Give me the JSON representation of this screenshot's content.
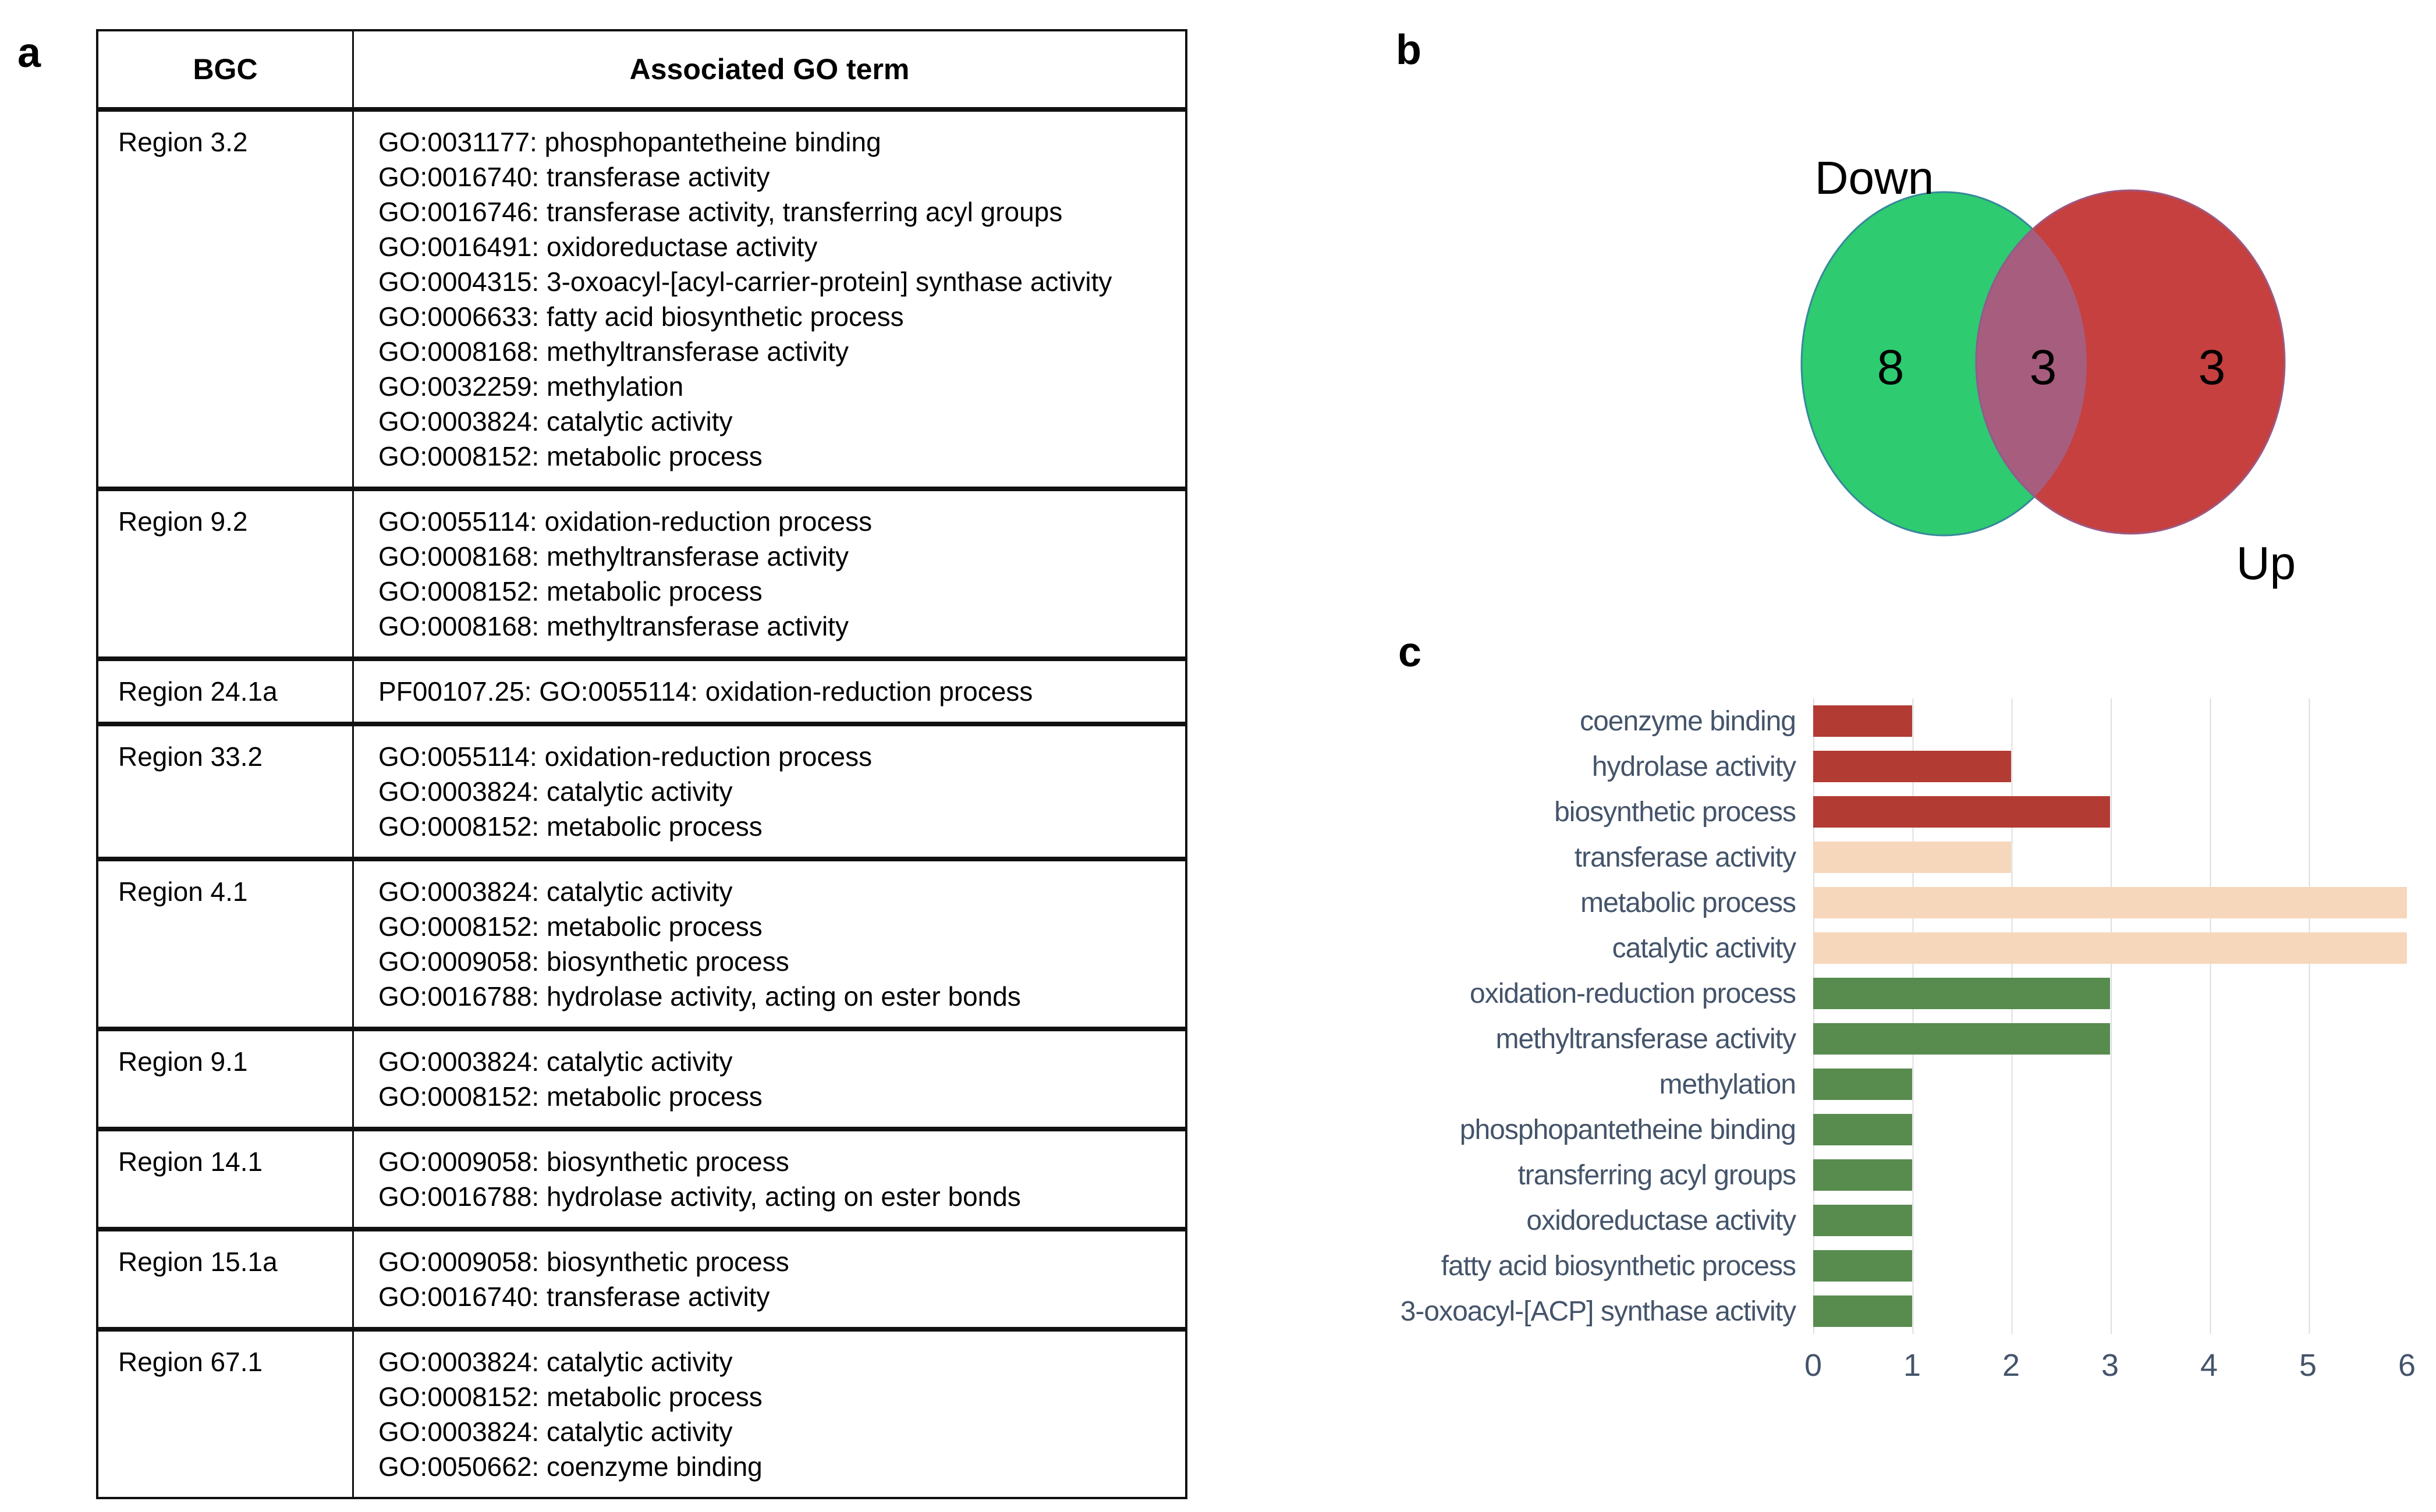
{
  "figure": {
    "panel_a_label": "a",
    "panel_b_label": "b",
    "panel_c_label": "c"
  },
  "panels": {
    "a": {
      "table": {
        "headers": [
          "BGC",
          "Associated GO term"
        ],
        "rows": [
          {
            "bgc": "Region 3.2",
            "terms": [
              "GO:0031177: phosphopantetheine binding",
              "GO:0016740: transferase activity",
              "GO:0016746: transferase activity, transferring acyl groups",
              "GO:0016491: oxidoreductase activity",
              "GO:0004315: 3-oxoacyl-[acyl-carrier-protein] synthase activity",
              "GO:0006633: fatty acid biosynthetic process",
              "GO:0008168: methyltransferase activity",
              "GO:0032259: methylation",
              "GO:0003824: catalytic activity",
              "GO:0008152: metabolic process"
            ]
          },
          {
            "bgc": "Region 9.2",
            "terms": [
              "GO:0055114: oxidation-reduction process",
              "GO:0008168: methyltransferase activity",
              "GO:0008152: metabolic process",
              "GO:0008168: methyltransferase activity"
            ]
          },
          {
            "bgc": "Region 24.1a",
            "terms": [
              "PF00107.25: GO:0055114: oxidation-reduction process"
            ]
          },
          {
            "bgc": "Region 33.2",
            "terms": [
              "GO:0055114: oxidation-reduction process",
              "GO:0003824: catalytic activity",
              "GO:0008152: metabolic process"
            ]
          },
          {
            "bgc": "Region 4.1",
            "terms": [
              "GO:0003824: catalytic activity",
              "GO:0008152: metabolic process",
              "GO:0009058: biosynthetic process",
              "GO:0016788: hydrolase activity, acting on ester bonds"
            ]
          },
          {
            "bgc": "Region 9.1",
            "terms": [
              "GO:0003824: catalytic activity",
              "GO:0008152: metabolic process"
            ]
          },
          {
            "bgc": "Region 14.1",
            "terms": [
              "GO:0009058: biosynthetic process",
              "GO:0016788: hydrolase activity, acting on ester bonds"
            ]
          },
          {
            "bgc": "Region 15.1a",
            "terms": [
              "GO:0009058: biosynthetic process",
              "GO:0016740: transferase activity"
            ]
          },
          {
            "bgc": "Region 67.1",
            "terms": [
              "GO:0003824: catalytic activity",
              "GO:0008152: metabolic process",
              "GO:0003824: catalytic activity",
              "GO:0050662: coenzyme binding"
            ]
          }
        ]
      }
    }
  },
  "chart_data": [
    {
      "type": "venn",
      "sets": [
        {
          "label": "Down",
          "count": 8,
          "color": "#2ecb70"
        },
        {
          "label": "Up",
          "count": 3,
          "color": "#c5403f"
        }
      ],
      "intersection": {
        "count": 3,
        "color": "#a75d7d"
      },
      "outline_colors": {
        "down": "#35889a",
        "up": "#9c5a85",
        "overlap": "#8e5c8e"
      }
    },
    {
      "type": "bar",
      "orientation": "horizontal",
      "categories": [
        "coenzyme binding",
        "hydrolase activity",
        "biosynthetic process",
        "transferase activity",
        "metabolic process",
        "catalytic activity",
        "oxidation-reduction process",
        "methyltransferase activity",
        "methylation",
        "phosphopantetheine binding",
        "transferring acyl groups",
        "oxidoreductase activity",
        "fatty acid biosynthetic process",
        "3-oxoacyl-[ACP] synthase activity"
      ],
      "values": [
        1,
        2,
        3,
        2,
        6,
        6,
        3,
        3,
        1,
        1,
        1,
        1,
        1,
        1
      ],
      "colors": [
        "#b23b33",
        "#b23b33",
        "#b23b33",
        "#f6d7bb",
        "#f6d7bb",
        "#f6d7bb",
        "#578c4e",
        "#578c4e",
        "#578c4e",
        "#578c4e",
        "#578c4e",
        "#578c4e",
        "#578c4e",
        "#578c4e"
      ],
      "xlim": [
        0,
        6
      ],
      "xticks": [
        0,
        1,
        2,
        3,
        4,
        5,
        6
      ],
      "grid": true,
      "label_color": "#44546a",
      "gridline_color": "#dcdee1"
    }
  ]
}
